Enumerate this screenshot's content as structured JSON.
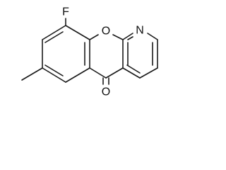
{
  "molecule": {
    "atom_labels": {
      "fluorine": "F",
      "ring_oxygen": "O",
      "nitrogen": "N",
      "carbonyl_oxygen": "O"
    }
  }
}
